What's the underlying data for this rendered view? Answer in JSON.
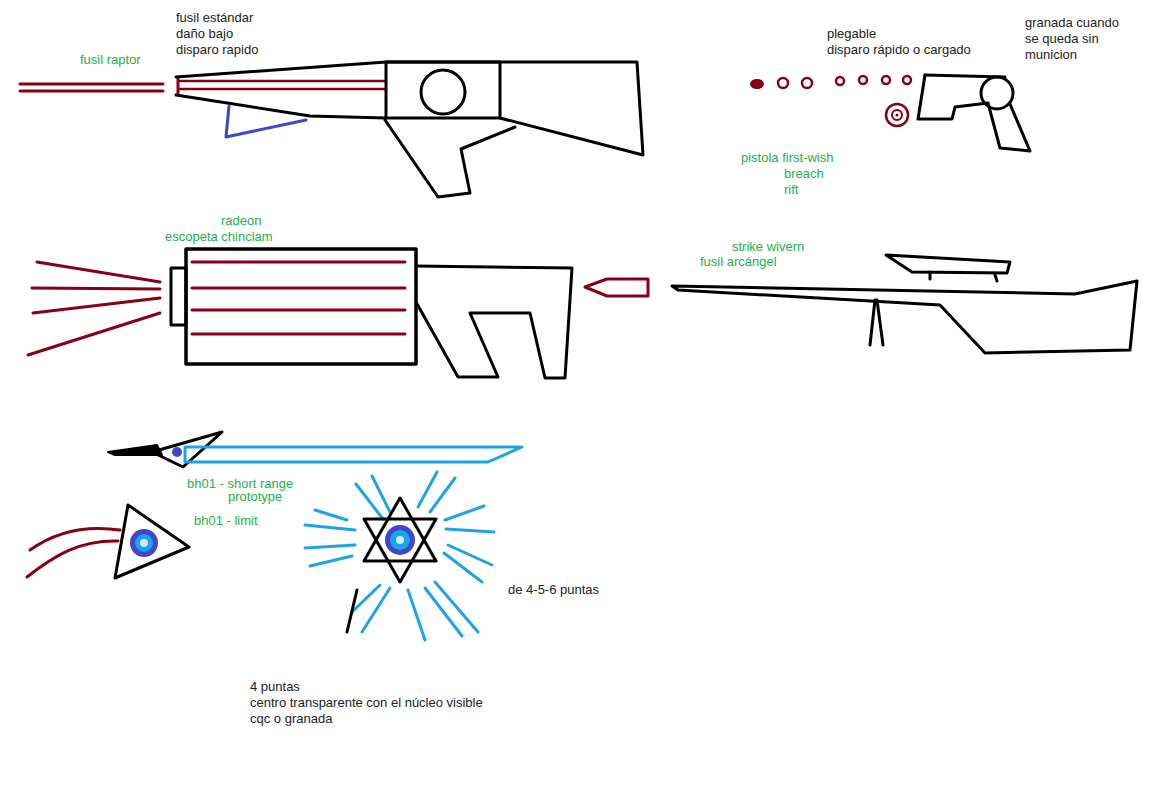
{
  "diagram": {
    "labels": [
      "fusil raptor",
      "fusil estándar",
      "daño bajo",
      "disparo rapido",
      "plegable",
      "disparo rápido o cargado",
      "granada cuando",
      "se queda sin",
      "municion",
      "pistola first-wish",
      "breach",
      "rift",
      "radeon",
      "escopeta chinclam",
      "strike wivern",
      "fusil arcángel",
      "bh01 - short range",
      "prototype",
      "bh01 - limit",
      "de 4-5-6 puntas",
      "4 puntas",
      "centro transparente con el núcleo visible",
      "cqc o granada"
    ]
  }
}
